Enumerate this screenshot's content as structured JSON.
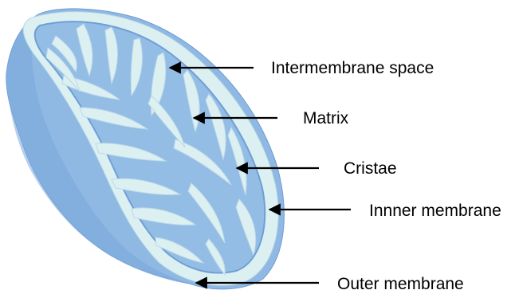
{
  "labels": {
    "intermembrane_space": "Intermembrane space",
    "matrix": "Matrix",
    "cristae": "Cristae",
    "inner_membrane": "Innner membrane",
    "outer_membrane": "Outer membrane"
  },
  "colors": {
    "outer_membrane_fill": "#8fb8e3",
    "outer_membrane_shadow": "#7aa8dc",
    "intermembrane_fill": "#dcf0f2",
    "inner_membrane_edge": "#6e9fd6",
    "matrix_fill": "#94bde5",
    "crista_fill": "#dcf0f2",
    "arrow": "#000000"
  }
}
